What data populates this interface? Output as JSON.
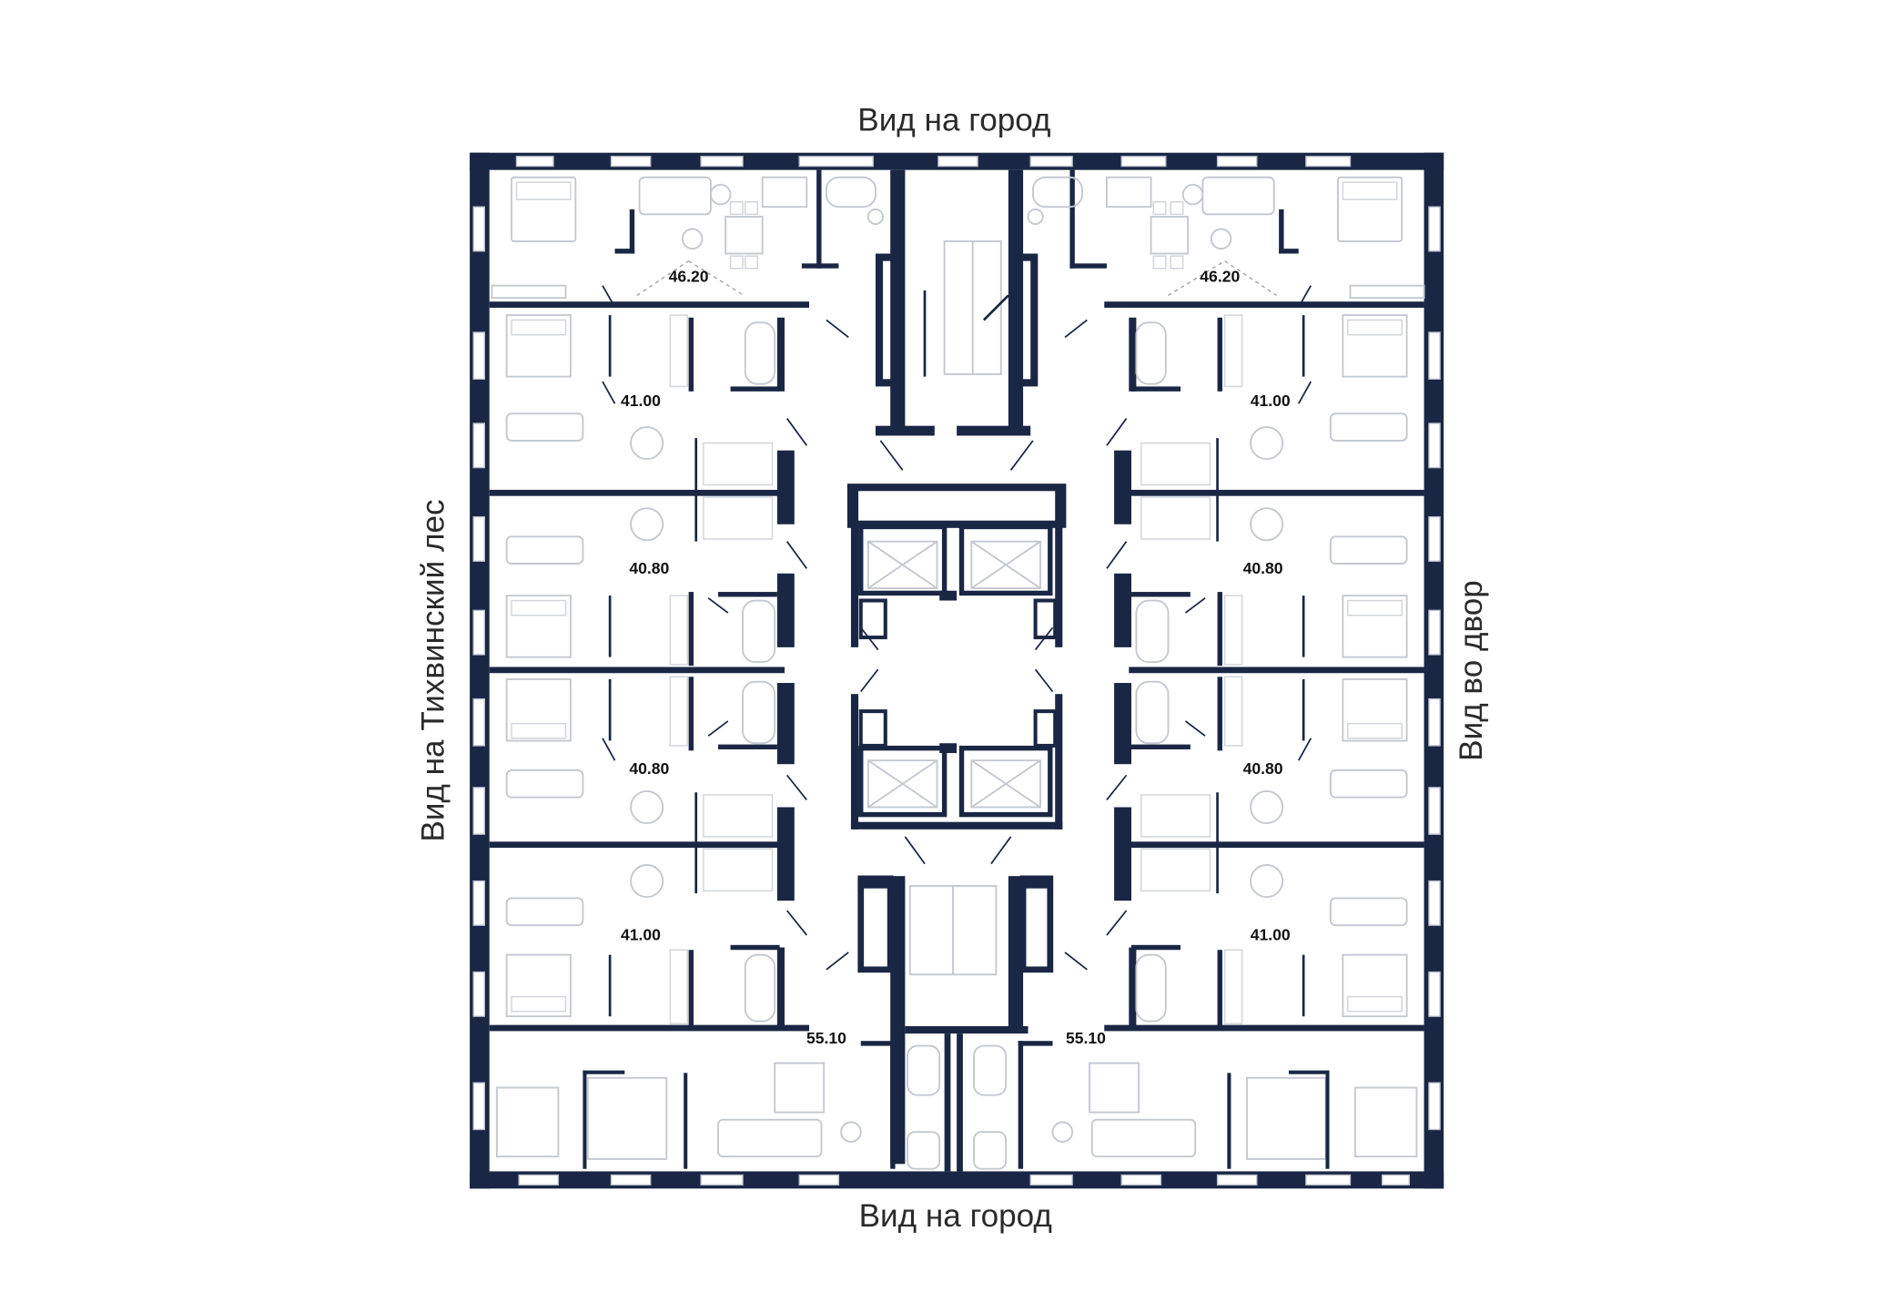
{
  "views": {
    "top": "Вид на город",
    "bottom": "Вид на город",
    "left": "Вид на Тихвинский лес",
    "right": "Вид во двор"
  },
  "apartments": [
    {
      "id": "tl-corner",
      "area": "46.20"
    },
    {
      "id": "tr-corner",
      "area": "46.20"
    },
    {
      "id": "l1",
      "area": "41.00"
    },
    {
      "id": "r1",
      "area": "41.00"
    },
    {
      "id": "l2",
      "area": "40.80"
    },
    {
      "id": "r2",
      "area": "40.80"
    },
    {
      "id": "l3",
      "area": "40.80"
    },
    {
      "id": "r3",
      "area": "40.80"
    },
    {
      "id": "l4",
      "area": "41.00"
    },
    {
      "id": "r4",
      "area": "41.00"
    },
    {
      "id": "bl-corner",
      "area": "55.10"
    },
    {
      "id": "br-corner",
      "area": "55.10"
    }
  ],
  "colors": {
    "wall": "#1a2744",
    "furniture": "#c4c8d0",
    "background": "#ffffff"
  }
}
